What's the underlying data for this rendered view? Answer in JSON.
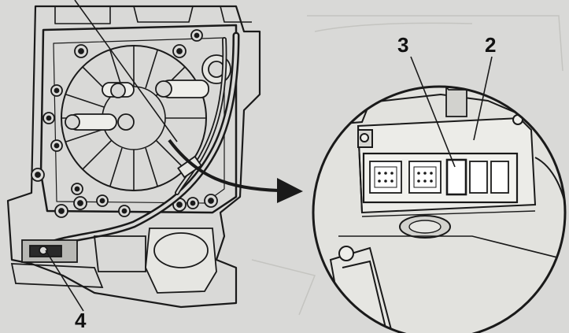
{
  "figure": {
    "callouts": [
      {
        "id": "3",
        "text": "3"
      },
      {
        "id": "2",
        "text": "2"
      },
      {
        "id": "4",
        "text": "4"
      }
    ],
    "colors": {
      "background": "#d9d9d7",
      "line": "#1a1a1a",
      "shade": "#b8b8b4",
      "panel": "#e6e6e2"
    }
  }
}
